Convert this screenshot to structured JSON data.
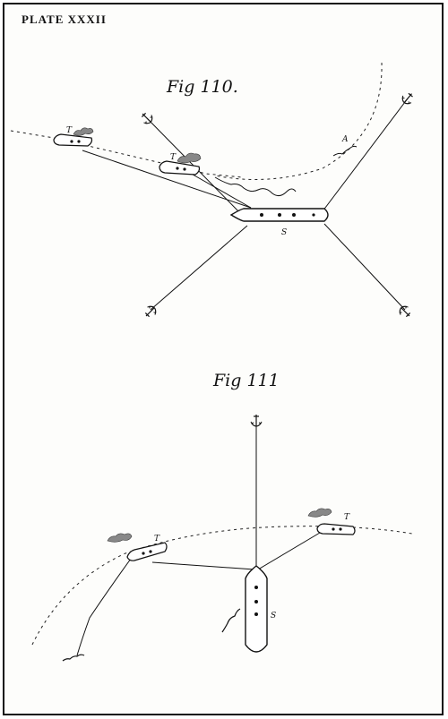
{
  "plate": {
    "title": "PLATE XXXII"
  },
  "figures": [
    {
      "title": "Fig 110.",
      "labels": {
        "ship": "S",
        "torpedo_boat": "T",
        "attacker": "A"
      }
    },
    {
      "title": "Fig 111",
      "labels": {
        "ship": "S",
        "torpedo_boat": "T"
      }
    }
  ]
}
